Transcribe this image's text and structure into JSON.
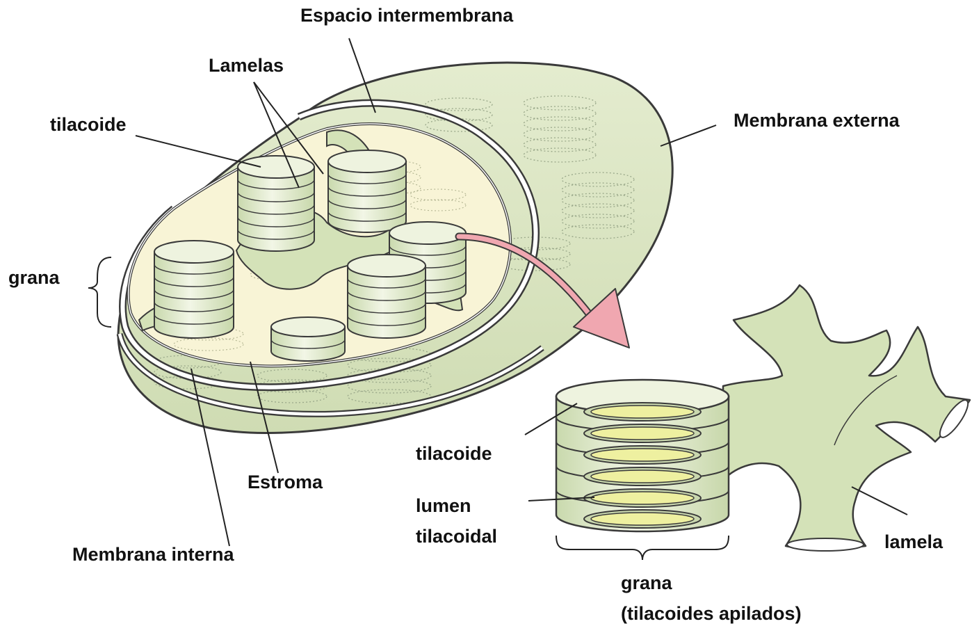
{
  "diagram": {
    "colors": {
      "membrane_fill": "#d9e6c1",
      "outline": "#3a3a3a",
      "stroma_fill": "#f8f4d6",
      "granum_fill": "#e3edcf",
      "lumen_fill": "#eef0a0",
      "arrow": "#f0a7b0",
      "text": "#111111"
    },
    "labels": {
      "intermembrane_space": "Espacio intermembrana",
      "lamellae": "Lamelas",
      "thylakoid_top": "tilacoide",
      "outer_membrane": "Membrana externa",
      "grana_left": "grana",
      "stroma": "Estroma",
      "inner_membrane": "Membrana interna",
      "thylakoid_detail": "tilacoide",
      "lumen_line1": "lumen",
      "lumen_line2": "tilacoidal",
      "lamella_detail": "lamela",
      "grana_detail_line1": "grana",
      "grana_detail_line2": "(tilacoides apilados)"
    }
  }
}
